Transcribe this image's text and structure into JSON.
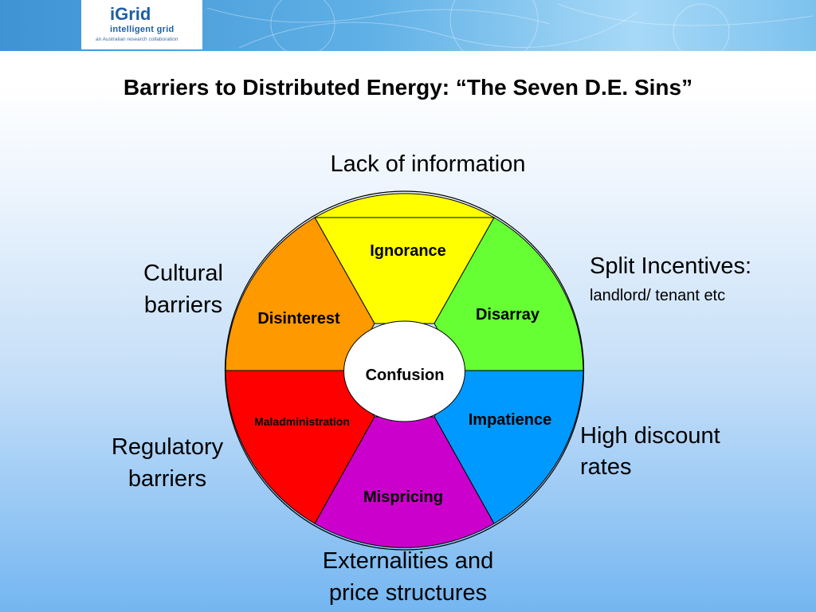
{
  "header": {
    "logo_prefix": "i",
    "logo_word": "Grid",
    "logo_subtitle": "intelligent grid",
    "logo_tagline": "an Australian research collaboration"
  },
  "slide": {
    "title": "Barriers to Distributed Energy:  “The Seven D.E. Sins”"
  },
  "wheel": {
    "center_label": "Confusion",
    "center_fill": "#ffffff",
    "segments": [
      {
        "label": "Ignorance",
        "color": "#ffff00"
      },
      {
        "label": "Disarray",
        "color": "#66ff33"
      },
      {
        "label": "Impatience",
        "color": "#0099ff"
      },
      {
        "label": "Mispricing",
        "color": "#cc00cc"
      },
      {
        "label": "Maladministration",
        "color": "#ff0000"
      },
      {
        "label": "Disinterest",
        "color": "#ff9900"
      }
    ]
  },
  "outer_labels": {
    "top": "Lack of information",
    "top_right_main": "Split Incentives:",
    "top_right_sub": "landlord/ tenant etc",
    "bottom_right_1": "High discount",
    "bottom_right_2": "rates",
    "bottom_1": "Externalities and",
    "bottom_2": "price structures",
    "bottom_left_1": "Regulatory",
    "bottom_left_2": "barriers",
    "top_left_1": "Cultural",
    "top_left_2": "barriers"
  }
}
